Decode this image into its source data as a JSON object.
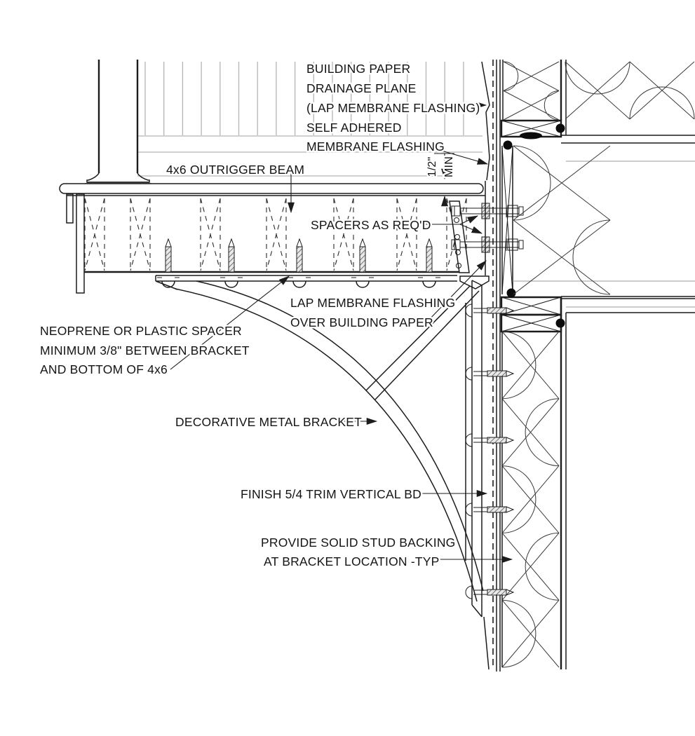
{
  "drawing_type": "architectural-section-detail",
  "labels": {
    "building_paper": [
      "BUILDING PAPER",
      "DRAINAGE PLANE",
      "(LAP MEMBRANE FLASHING)"
    ],
    "self_adhered": [
      "SELF ADHERED",
      "MEMBRANE FLASHING"
    ],
    "outrigger_beam": [
      "4x6 OUTRIGGER BEAM"
    ],
    "spacers": [
      "SPACERS AS REQ'D"
    ],
    "lap_membrane": [
      "LAP MEMBRANE FLASHING",
      "OVER BUILDING PAPER"
    ],
    "neoprene_spacer": [
      "NEOPRENE OR PLASTIC SPACER",
      "MINIMUM 3/8\" BETWEEN BRACKET",
      "AND BOTTOM OF 4x6"
    ],
    "decorative_bracket": [
      "DECORATIVE METAL BRACKET"
    ],
    "finish_trim": [
      "FINISH 5/4 TRIM VERTICAL BD"
    ],
    "stud_backing": [
      "PROVIDE SOLID STUD BACKING",
      "AT BRACKET LOCATION -TYP"
    ]
  },
  "dimension": {
    "value": "1/2\"",
    "qualifier": "MIN"
  },
  "colors": {
    "line": "#1c1c1c",
    "light_line": "#b5b5b5",
    "background": "#ffffff",
    "sealant": "#0b0b0b"
  }
}
